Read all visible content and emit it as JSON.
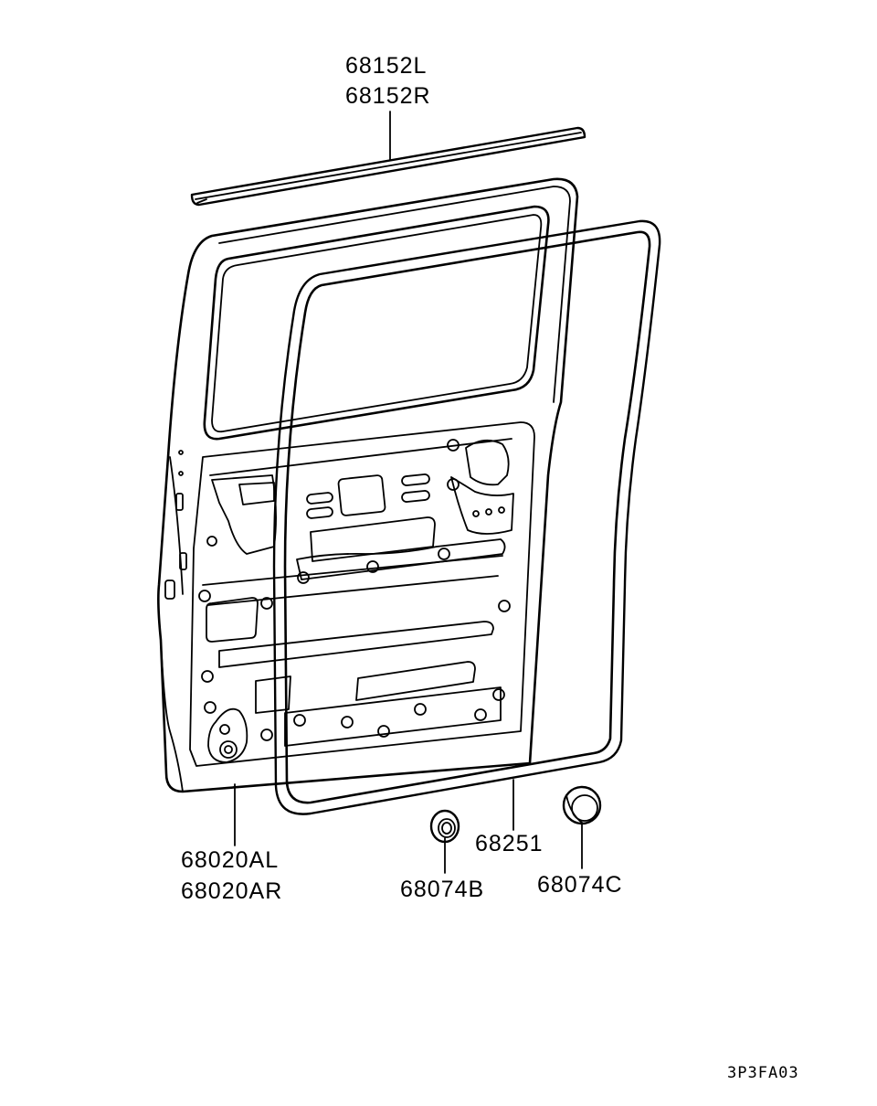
{
  "labels": {
    "belt_line_l": "68152L",
    "belt_line_r": "68152R",
    "door_panel_l": "68020AL",
    "door_panel_r": "68020AR",
    "weatherstrip": "68251",
    "plug_b": "68074B",
    "plug_c": "68074C"
  },
  "figure_code": "3P3FA03"
}
